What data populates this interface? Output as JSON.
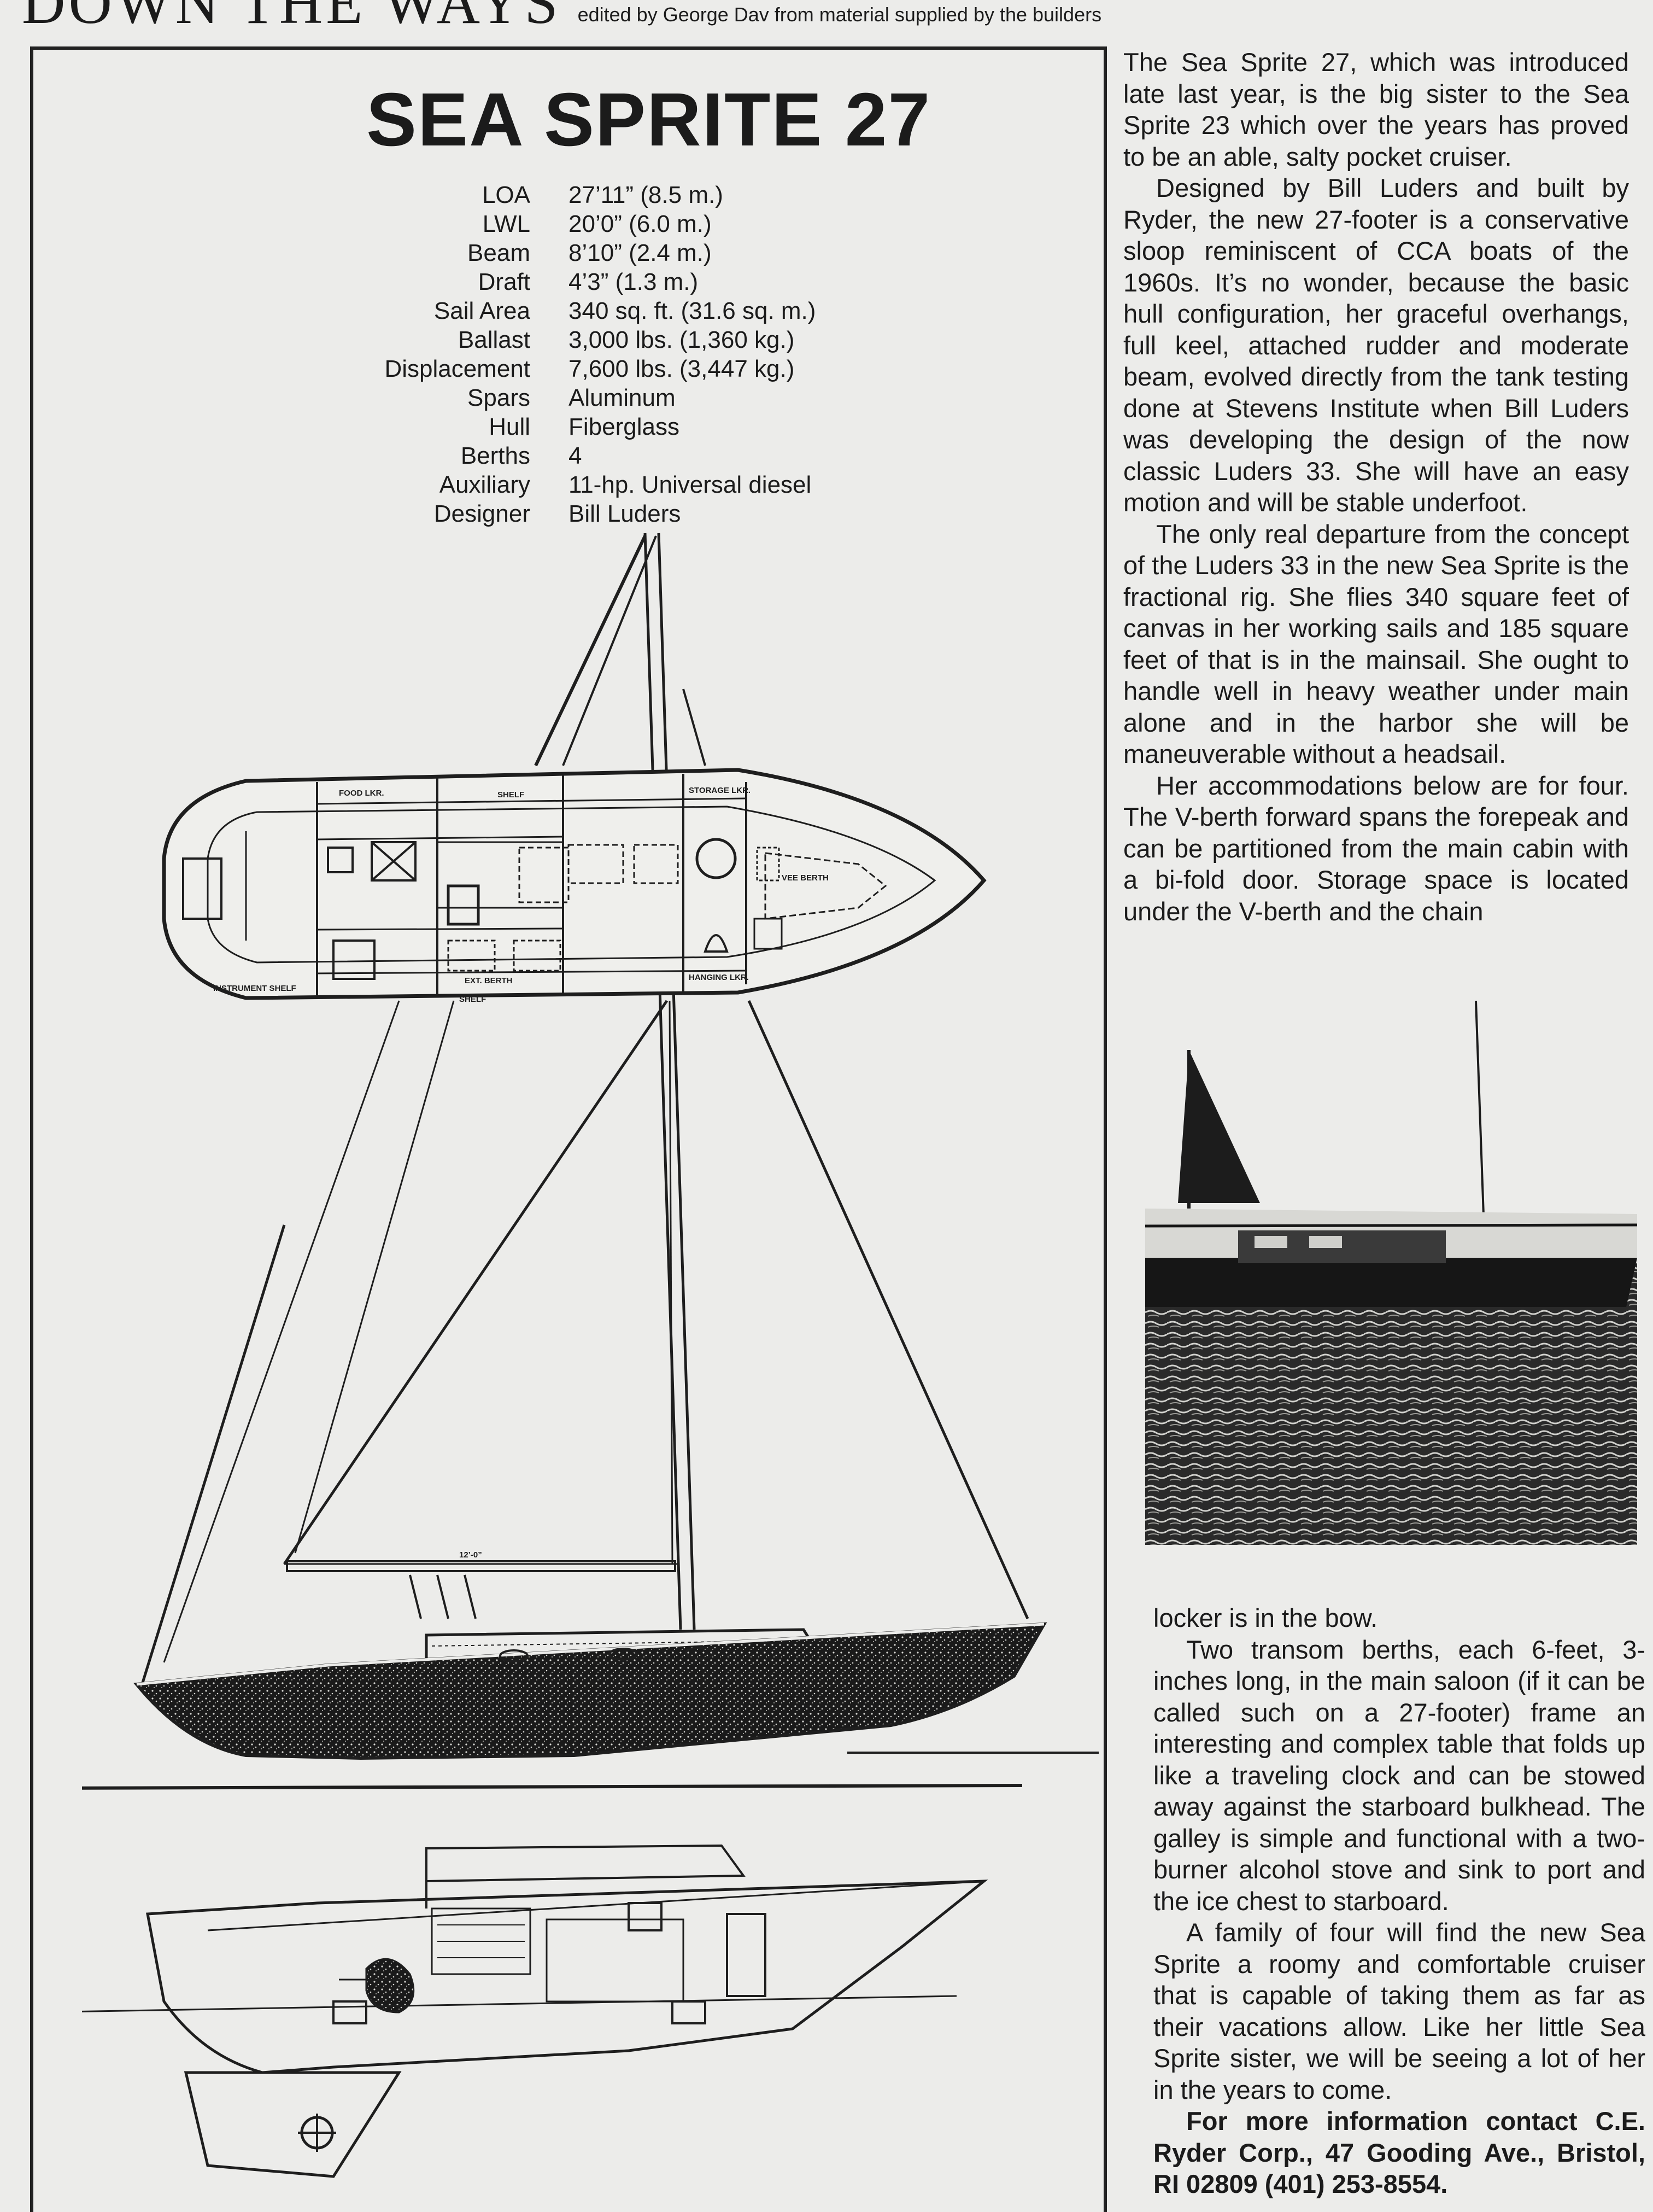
{
  "header": {
    "column_name": "DOWN THE WAYS",
    "credit": "edited by George Dav from material supplied by the builders"
  },
  "title": "SEA SPRITE 27",
  "specs": [
    {
      "label": "LOA",
      "value": "27’11” (8.5 m.)"
    },
    {
      "label": "LWL",
      "value": "20’0” (6.0 m.)"
    },
    {
      "label": "Beam",
      "value": "8’10” (2.4 m.)"
    },
    {
      "label": "Draft",
      "value": "4’3” (1.3 m.)"
    },
    {
      "label": "Sail Area",
      "value": "340 sq. ft. (31.6 sq. m.)"
    },
    {
      "label": "Ballast",
      "value": "3,000 lbs. (1,360 kg.)"
    },
    {
      "label": "Displacement",
      "value": "7,600 lbs. (3,447 kg.)"
    },
    {
      "label": "Spars",
      "value": "Aluminum"
    },
    {
      "label": "Hull",
      "value": "Fiberglass"
    },
    {
      "label": "Berths",
      "value": "4"
    },
    {
      "label": "Auxiliary",
      "value": "11-hp. Universal diesel"
    },
    {
      "label": "Designer",
      "value": "Bill Luders"
    }
  ],
  "drawing_labels": {
    "food_locker": "FOOD LKR.",
    "shelf_top": "SHELF",
    "storage_locker": "STORAGE LKR.",
    "vee_berth": "VEE BERTH",
    "ext_berth": "EXT. BERTH",
    "shelf_bottom": "SHELF",
    "hanging_locker": "HANGING LKR.",
    "instrument_shelf": "INSTRUMENT SHELF",
    "boom_length": "12’-0”"
  },
  "article": {
    "p1": "The Sea Sprite 27, which was introduced late last year, is the big sister to the Sea Sprite 23 which over the years has proved to be an able, salty pocket cruiser.",
    "p2": "Designed by Bill Luders and built by Ryder, the new 27-footer is a conservative sloop reminiscent of CCA boats of the 1960s. It’s no wonder, because the basic hull configuration, her graceful overhangs, full keel, attached rudder and moderate beam, evolved directly from the tank testing done at Stevens Institute when Bill Luders was developing the design of the now classic Luders 33. She will have an easy motion and will be stable underfoot.",
    "p3": "The only real departure from the concept of the Luders 33 in the new Sea Sprite is the fractional rig. She flies 340 square feet of canvas in her working sails and 185 square feet of that is in the mainsail. She ought to handle well in heavy weather under main alone and in the harbor she will be maneuverable without a headsail.",
    "p4a": "Her accommodations below are for four. The V-berth forward spans the forepeak and can be partitioned from the main cabin with a bi-fold door. Storage space is located under the V-berth and the chain",
    "p4b": "locker is in the bow.",
    "p5": "Two transom berths, each 6-feet, 3-inches long, in the main saloon (if it can be called such on a 27-footer) frame an interesting and complex table that folds up like a traveling clock and can be stowed away against the starboard bulkhead. The galley is simple and functional with a two-burner alcohol stove and sink to port and the ice chest to starboard.",
    "p6": "A family of four will find the new Sea Sprite a roomy and comfortable cruiser that is capable of taking them as far as their vacations allow. Like her little Sea Sprite sister, we will be seeing a lot of her in the years to come.",
    "contact": "For more information contact C.E. Ryder Corp., 47 Gooding Ave., Bristol, RI 02809 (401) 253-8554."
  }
}
